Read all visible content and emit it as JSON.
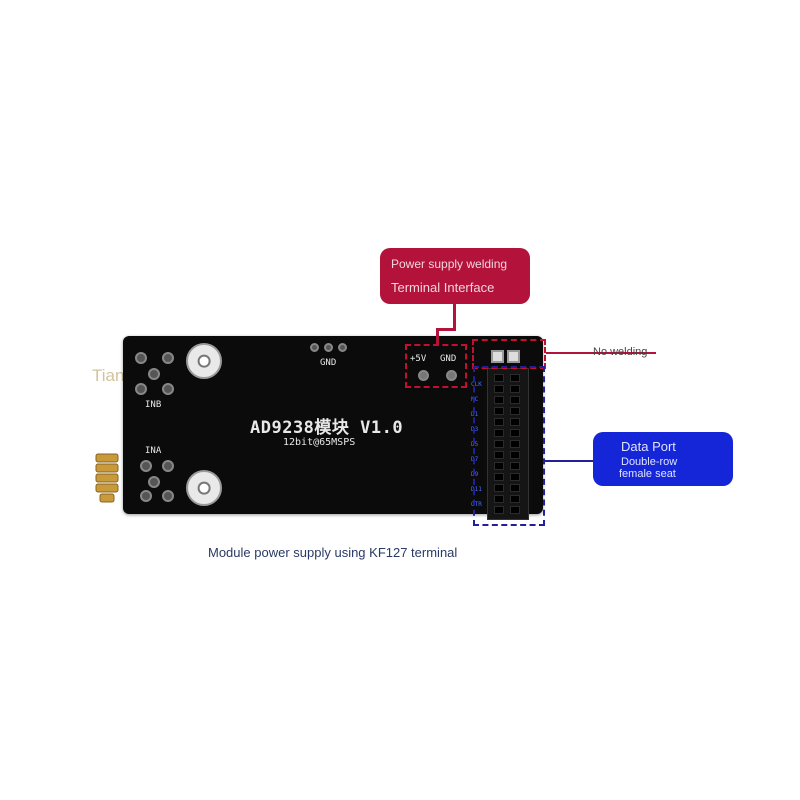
{
  "board": {
    "title": "AD9238模块 V1.0",
    "subtitle": "12bit@65MSPS",
    "gnd_top": "GND",
    "inb": "INB",
    "ina": "INA",
    "plus5v": "+5V",
    "gnd_terminal": "GND",
    "pin_labels": [
      "CLK",
      "NC",
      "D1",
      "D3",
      "D5",
      "D7",
      "D9",
      "D11",
      "OTR"
    ]
  },
  "callouts": {
    "power_line1": "Power supply welding",
    "power_line2": "Terminal Interface",
    "no_welding": "No welding",
    "data_line1": "Data Port",
    "data_line2": "Double-row",
    "data_line3": "female seat"
  },
  "caption": "Module power supply using KF127 terminal",
  "watermark": "Tian",
  "colors": {
    "red_callout": "#b3123a",
    "blue_callout": "#1525d8",
    "pcb": "#0b0b0b"
  }
}
